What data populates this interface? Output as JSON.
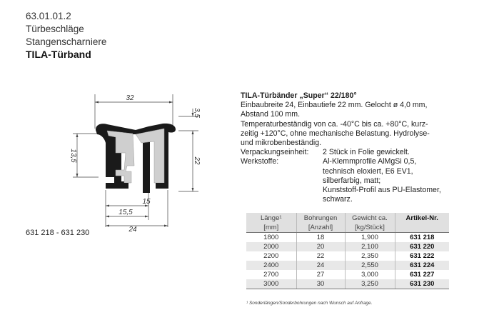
{
  "header": {
    "code": "63.01.01.2",
    "category": "Türbeschläge",
    "subcategory": "Stangenscharniere",
    "product": "TILA-Türband"
  },
  "drawing": {
    "dims": {
      "width_top": "32",
      "top_offset": "3,5",
      "left_height": "13,5",
      "right_height": "22",
      "inner": "15",
      "inner2": "15,5",
      "base": "24"
    }
  },
  "article_range": "631 218 - 631 230",
  "description": {
    "title": "TILA-Türbänder „Super“ 22/180°",
    "lines": [
      "Einbaubreite 24, Einbautiefe 22 mm. Gelocht ø 4,0 mm,",
      "Abstand 100 mm.",
      "Temperaturbeständig von ca. -40°C bis ca. +80°C, kurz-",
      "zeitig +120°C, ohne mechanische Belastung. Hydrolyse-",
      "und mikrobenbeständig."
    ],
    "packaging_label": "Verpackungseinheit:",
    "packaging_value": "2 Stück in Folie gewickelt.",
    "material_label": "Werkstoffe:",
    "material_lines": [
      "Al-Klemmprofile AlMgSi 0,5,",
      "technisch eloxiert, E6 EV1,",
      "silberfarbig, matt;",
      "Kunststoff-Profil aus PU-Elastomer,",
      "schwarz."
    ]
  },
  "table": {
    "headers": [
      "Länge¹",
      "Bohrungen",
      "Gewicht ca.",
      "Artikel-Nr."
    ],
    "units": [
      "[mm]",
      "[Anzahl]",
      "[kg/Stück]",
      ""
    ],
    "rows": [
      [
        "1800",
        "18",
        "1,900",
        "631 218"
      ],
      [
        "2000",
        "20",
        "2,100",
        "631 220"
      ],
      [
        "2200",
        "22",
        "2,350",
        "631 222"
      ],
      [
        "2400",
        "24",
        "2,550",
        "631 224"
      ],
      [
        "2700",
        "27",
        "3,000",
        "631 227"
      ],
      [
        "3000",
        "30",
        "3,250",
        "631 230"
      ]
    ]
  },
  "footnote": "¹ Sonderlängen/Sonderbohrungen nach Wunsch auf Anfrage.",
  "colors": {
    "profile_black": "#1a1a1a",
    "profile_gray": "#cfcfcf",
    "header_bg": "#e0e0e0",
    "stripe_bg": "#e8e8e8"
  }
}
